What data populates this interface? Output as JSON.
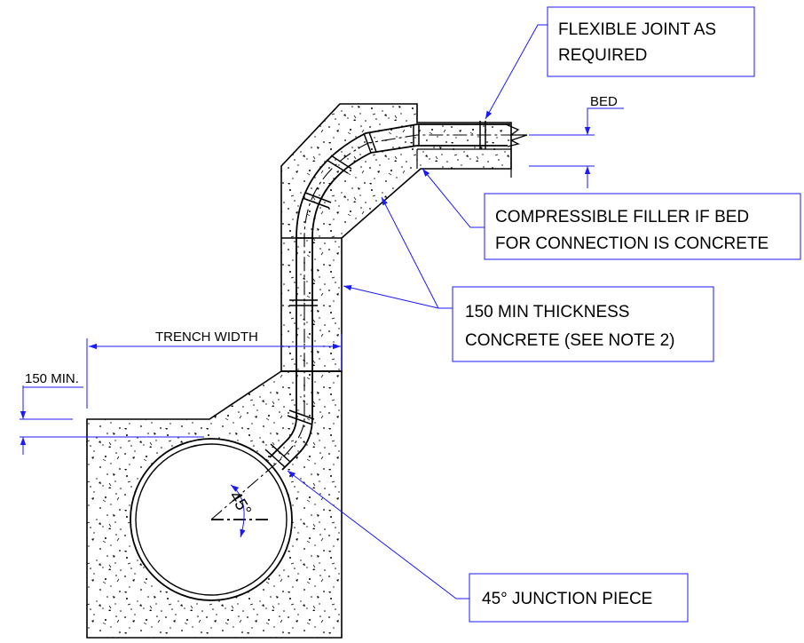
{
  "labels": {
    "flexible_joint_line1": "FLEXIBLE JOINT AS",
    "flexible_joint_line2": "REQUIRED",
    "bed": "BED",
    "compressible_line1": "COMPRESSIBLE FILLER IF BED",
    "compressible_line2": "FOR CONNECTION IS CONCRETE",
    "min_thickness_line1": "150 MIN THICKNESS",
    "min_thickness_line2": "CONCRETE (SEE NOTE 2)",
    "trench_width": "TRENCH WIDTH",
    "min_150": "150 MIN.",
    "angle": "45°",
    "junction_piece": "45° JUNCTION PIECE"
  },
  "colors": {
    "annotation": "#1a1aff",
    "linework": "#000000",
    "background": "#ffffff"
  }
}
